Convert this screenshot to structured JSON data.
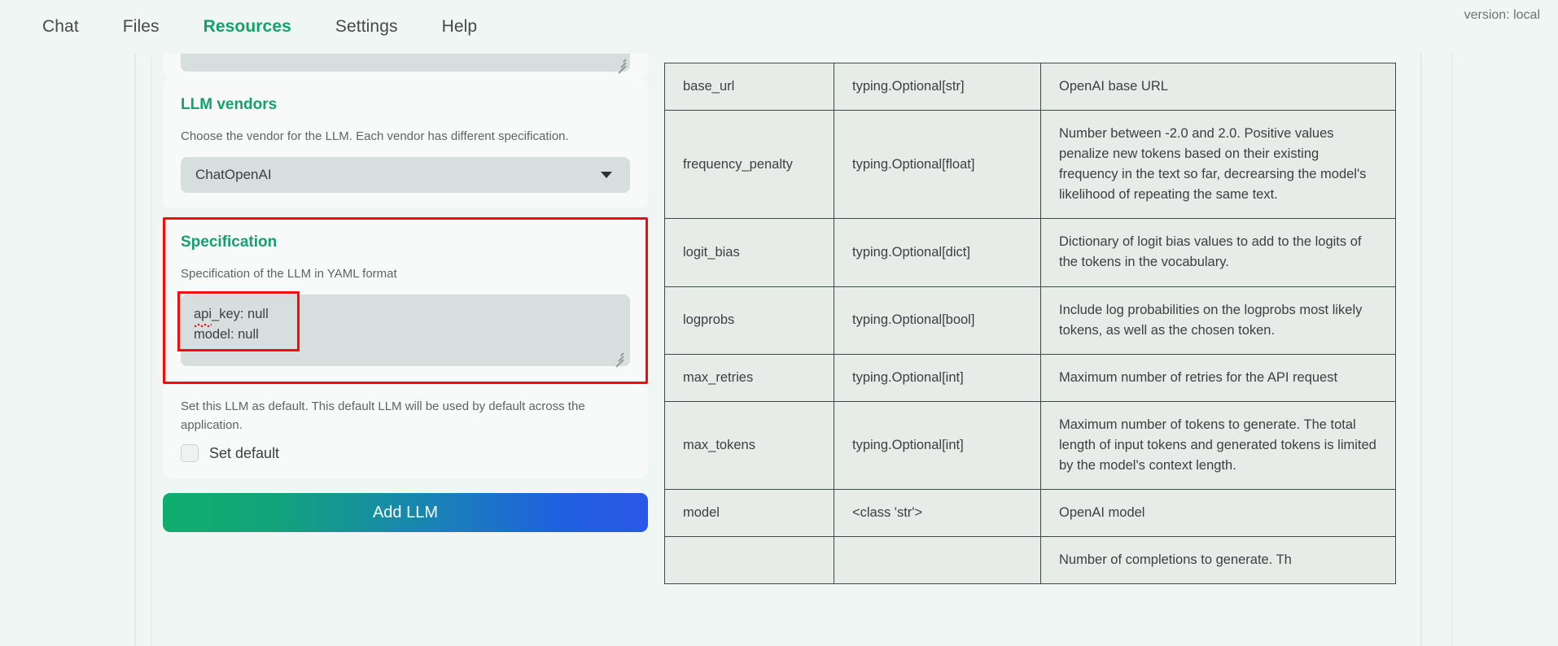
{
  "nav": {
    "items": [
      {
        "label": "Chat",
        "active": false
      },
      {
        "label": "Files",
        "active": false
      },
      {
        "label": "Resources",
        "active": true
      },
      {
        "label": "Settings",
        "active": false
      },
      {
        "label": "Help",
        "active": false
      }
    ],
    "version": "version: local"
  },
  "vendors": {
    "title": "LLM vendors",
    "helper": "Choose the vendor for the LLM. Each vendor has different specification.",
    "selected": "ChatOpenAI",
    "caret_icon": "chevron-down-icon"
  },
  "specification": {
    "title": "Specification",
    "helper": "Specification of the LLM in YAML format",
    "yaml_line_1_key": "api",
    "yaml_line_1_rest": "_key: null",
    "yaml_line_2": "model: null"
  },
  "default_setting": {
    "helper": "Set this LLM as default. This default LLM will be used by default across the application.",
    "checkbox_label": "Set default",
    "checked": false
  },
  "submit": {
    "label": "Add LLM"
  },
  "table": {
    "rows": [
      {
        "name": "base_url",
        "type": "typing.Optional[str]",
        "description": "OpenAI base URL"
      },
      {
        "name": "frequency_penalty",
        "type": "typing.Optional[float]",
        "description": "Number between -2.0 and 2.0. Positive values penalize new tokens based on their existing frequency in the text so far, decrearsing the model's likelihood of repeating the same text."
      },
      {
        "name": "logit_bias",
        "type": "typing.Optional[dict]",
        "description": "Dictionary of logit bias values to add to the logits of the tokens in the vocabulary."
      },
      {
        "name": "logprobs",
        "type": "typing.Optional[bool]",
        "description": "Include log probabilities on the logprobs most likely tokens, as well as the chosen token."
      },
      {
        "name": "max_retries",
        "type": "typing.Optional[int]",
        "description": "Maximum number of retries for the API request"
      },
      {
        "name": "max_tokens",
        "type": "typing.Optional[int]",
        "description": "Maximum number of tokens to generate. The total length of input tokens and generated tokens is limited by the model's context length."
      },
      {
        "name": "model",
        "type": "<class 'str'>",
        "description": "OpenAI model"
      },
      {
        "name": "",
        "type": "",
        "description": "Number of completions to generate. Th"
      }
    ]
  },
  "colors": {
    "accent_green": "#15a06c",
    "annotation_red": "#f60b0b",
    "page_background": "#eff6f4",
    "field_background": "#d6dfdd",
    "table_background": "#e7ece9"
  }
}
